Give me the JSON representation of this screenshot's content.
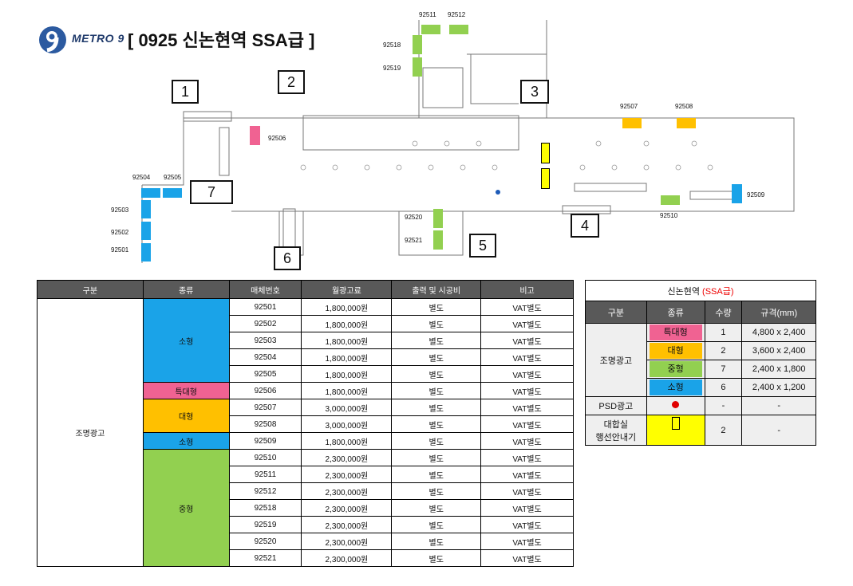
{
  "header": {
    "brand": "METRO 9",
    "title": "[ 0925  신논현역 SSA급 ]",
    "logo_color": "#2c5aa0"
  },
  "map": {
    "area_numbers": [
      "1",
      "2",
      "3",
      "4",
      "5",
      "6",
      "7"
    ],
    "ad_codes": [
      "92501",
      "92502",
      "92503",
      "92504",
      "92505",
      "92506",
      "92507",
      "92508",
      "92509",
      "92510",
      "92511",
      "92512",
      "92518",
      "92519",
      "92520",
      "92521"
    ],
    "colors": {
      "small": "#1aa3e8",
      "xlarge": "#f06292",
      "large": "#ffc000",
      "medium": "#92d050",
      "psd": "#e00000",
      "guide": "#ffff00"
    }
  },
  "main_table": {
    "headers": [
      "구분",
      "종류",
      "매체번호",
      "월광고료",
      "출력 및 시공비",
      "비고"
    ],
    "category": "조명광고",
    "groups": [
      {
        "type": "소형",
        "color": "#1aa3e8",
        "rows": 5
      },
      {
        "type": "특대형",
        "color": "#f06292",
        "rows": 1
      },
      {
        "type": "대형",
        "color": "#ffc000",
        "rows": 2
      },
      {
        "type": "소형",
        "color": "#1aa3e8",
        "rows": 1
      },
      {
        "type": "중형",
        "color": "#92d050",
        "rows": 7
      }
    ],
    "rows": [
      [
        "92501",
        "1,800,000원",
        "별도",
        "VAT별도"
      ],
      [
        "92502",
        "1,800,000원",
        "별도",
        "VAT별도"
      ],
      [
        "92503",
        "1,800,000원",
        "별도",
        "VAT별도"
      ],
      [
        "92504",
        "1,800,000원",
        "별도",
        "VAT별도"
      ],
      [
        "92505",
        "1,800,000원",
        "별도",
        "VAT별도"
      ],
      [
        "92506",
        "1,800,000원",
        "별도",
        "VAT별도"
      ],
      [
        "92507",
        "3,000,000원",
        "별도",
        "VAT별도"
      ],
      [
        "92508",
        "3,000,000원",
        "별도",
        "VAT별도"
      ],
      [
        "92509",
        "1,800,000원",
        "별도",
        "VAT별도"
      ],
      [
        "92510",
        "2,300,000원",
        "별도",
        "VAT별도"
      ],
      [
        "92511",
        "2,300,000원",
        "별도",
        "VAT별도"
      ],
      [
        "92512",
        "2,300,000원",
        "별도",
        "VAT별도"
      ],
      [
        "92518",
        "2,300,000원",
        "별도",
        "VAT별도"
      ],
      [
        "92519",
        "2,300,000원",
        "별도",
        "VAT별도"
      ],
      [
        "92520",
        "2,300,000원",
        "별도",
        "VAT별도"
      ],
      [
        "92521",
        "2,300,000원",
        "별도",
        "VAT별도"
      ]
    ]
  },
  "spec_table": {
    "title_prefix": "신논현역 ",
    "title_grade": "(SSA급)",
    "headers": [
      "구분",
      "종류",
      "수량",
      "규격(mm)"
    ],
    "lighting_label": "조명광고",
    "lighting_rows": [
      {
        "type": "특대형",
        "color": "#f06292",
        "qty": "1",
        "size": "4,800 x 2,400"
      },
      {
        "type": "대형",
        "color": "#ffc000",
        "qty": "2",
        "size": "3,600 x 2,400"
      },
      {
        "type": "중형",
        "color": "#92d050",
        "qty": "7",
        "size": "2,400 x 1,800"
      },
      {
        "type": "소형",
        "color": "#1aa3e8",
        "qty": "6",
        "size": "2,400 x 1,200"
      }
    ],
    "psd": {
      "label": "PSD광고",
      "qty": "-",
      "size": "-"
    },
    "guide": {
      "label_line1": "대합실",
      "label_line2": "행선안내기",
      "qty": "2",
      "size": "-"
    }
  }
}
